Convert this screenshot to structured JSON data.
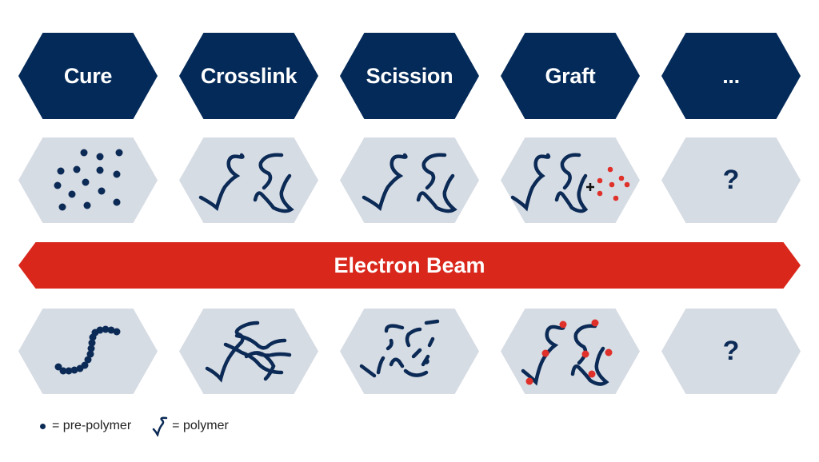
{
  "process_headers": [
    {
      "label": "Cure"
    },
    {
      "label": "Crosslink"
    },
    {
      "label": "Scission"
    },
    {
      "label": "Graft"
    },
    {
      "label": "..."
    }
  ],
  "before_row": [
    {
      "content": "scattered-pre-polymer-dots"
    },
    {
      "content": "two-polymer-chains"
    },
    {
      "content": "two-polymer-chains"
    },
    {
      "content": "polymer-chains-plus-red-monomers",
      "operator": "+"
    },
    {
      "content": "unknown",
      "label": "?"
    }
  ],
  "beam": {
    "label": "Electron Beam",
    "color": "#d9271c"
  },
  "after_row": [
    {
      "content": "cured-chain-of-dots"
    },
    {
      "content": "crosslinked-network"
    },
    {
      "content": "fragmented-chains"
    },
    {
      "content": "chains-with-grafted-red-dots"
    },
    {
      "content": "unknown",
      "label": "?"
    }
  ],
  "legend": {
    "pre_polymer": "= pre-polymer",
    "polymer": "= polymer"
  },
  "colors": {
    "navy": "#042a59",
    "panel": "#d6dce4",
    "red": "#d9271c",
    "graft_dot": "#e0302a"
  }
}
